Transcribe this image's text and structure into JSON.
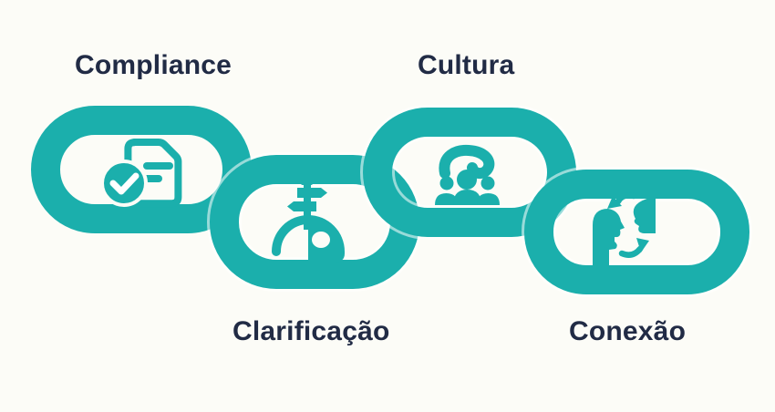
{
  "colors": {
    "background": "#FCFCF7",
    "accent": "#1BAFAC",
    "text": "#212B45",
    "white": "#FFFFFF"
  },
  "links": [
    {
      "label": "Compliance",
      "icon": "document-check-icon"
    },
    {
      "label": "Clarificação",
      "icon": "signpost-icon"
    },
    {
      "label": "Cultura",
      "icon": "hand-over-people-icon"
    },
    {
      "label": "Conexão",
      "icon": "profiles-exchange-icon"
    }
  ]
}
